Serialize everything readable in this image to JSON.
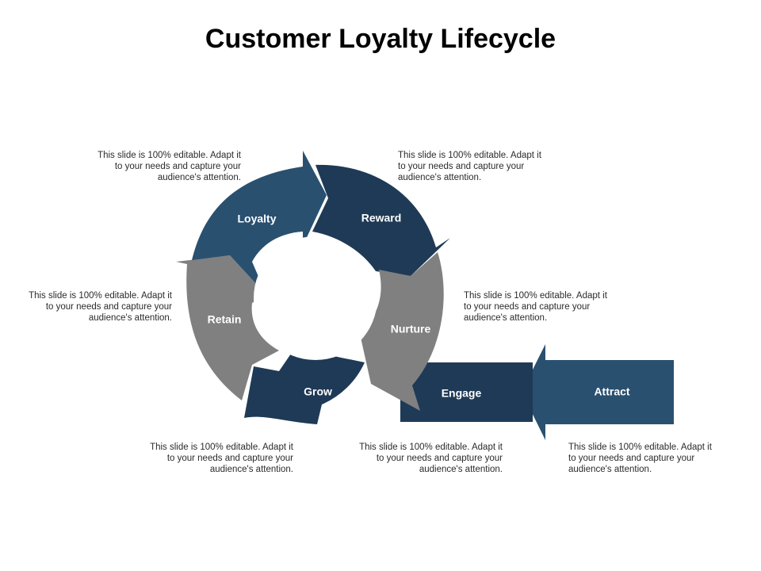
{
  "title": "Customer Loyalty Lifecycle",
  "colors": {
    "dark_navy": "#1f3a56",
    "steel_blue": "#2a5070",
    "gray": "#808080"
  },
  "stages": {
    "loyalty": "Loyalty",
    "reward": "Reward",
    "nurture": "Nurture",
    "retain": "Retain",
    "grow": "Grow",
    "engage": "Engage",
    "attract": "Attract"
  },
  "descriptions": {
    "loyalty": "This slide is 100% editable. Adapt it to your needs and capture your audience's attention.",
    "reward": "This slide is 100% editable. Adapt it to your needs and capture your audience's attention.",
    "retain": "This slide is 100% editable. Adapt it to your needs and capture your audience's attention.",
    "nurture": "This slide is 100% editable. Adapt it to your needs and capture your audience's attention.",
    "grow": "This slide is 100% editable. Adapt it to your needs and capture your audience's attention.",
    "engage": "This slide is 100% editable. Adapt it to your needs and capture your audience's attention.",
    "attract": "This slide is 100% editable. Adapt it to your needs and capture your audience's attention."
  }
}
